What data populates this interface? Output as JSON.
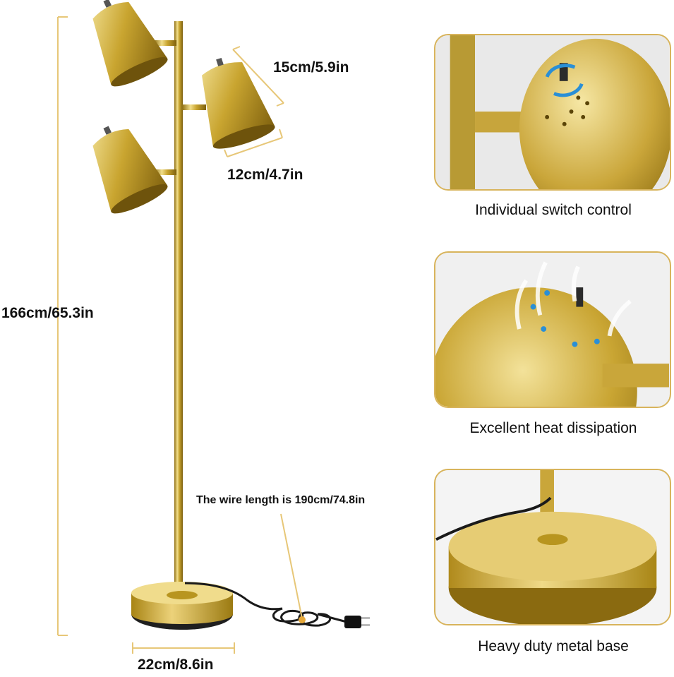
{
  "dimensions": {
    "shade_length": "15cm/5.9in",
    "shade_width": "12cm/4.7in",
    "height": "166cm/65.3in",
    "wire": "The wire length is 190cm/74.8in",
    "base": "22cm/8.6in"
  },
  "features": [
    {
      "caption": "Individual switch control",
      "icon": "switch-rotate-icon"
    },
    {
      "caption": "Excellent heat dissipation",
      "icon": "heat-vent-icon"
    },
    {
      "caption": "Heavy duty metal base",
      "icon": "metal-base-icon"
    }
  ],
  "colors": {
    "brass": "#c9a530",
    "brass_light": "#f1de8a",
    "brass_dark": "#8f6f12",
    "dimension_line": "#e7c778",
    "panel_border": "#d8b45c",
    "accent_blue": "#2a8fd6"
  }
}
